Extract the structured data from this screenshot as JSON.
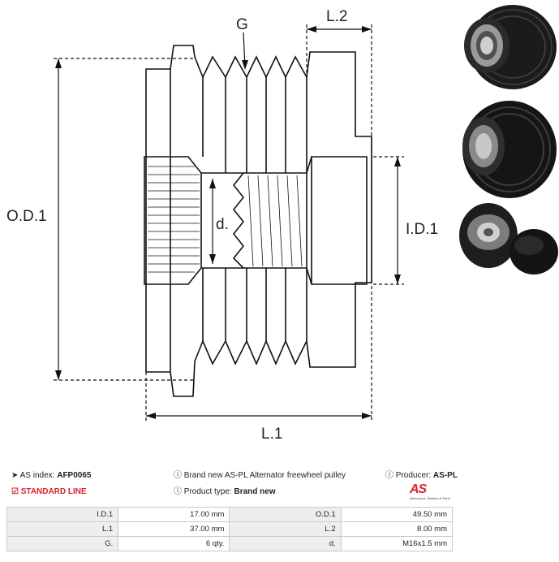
{
  "drawing": {
    "labels": {
      "groove": "G",
      "l2": "L.2",
      "od1": "O.D.1",
      "id1": "I.D.1",
      "d": "d.",
      "l1": "L.1"
    }
  },
  "info": {
    "as_index_label": "AS index:",
    "as_index_value": "AFP0065",
    "line": "STANDARD LINE",
    "description": "Brand new AS-PL Alternator freewheel pulley",
    "product_type_label": "Product type:",
    "product_type_value": "Brand new",
    "producer_label": "Producer:",
    "producer_value": "AS-PL"
  },
  "logo": {
    "mark": "AS",
    "tagline": "Alternators, Starters & Parts"
  },
  "specs": [
    {
      "label1": "I.D.1",
      "value1": "17.00 mm",
      "label2": "O.D.1",
      "value2": "49.50 mm"
    },
    {
      "label1": "L.1",
      "value1": "37.00 mm",
      "label2": "L.2",
      "value2": "8.00 mm"
    },
    {
      "label1": "G.",
      "value1": "6 qty.",
      "label2": "d.",
      "value2": "M16x1.5 mm"
    }
  ],
  "colors": {
    "accent": "#d9232e",
    "table_label_bg": "#eeeeee",
    "table_border": "#c9c9c9"
  }
}
